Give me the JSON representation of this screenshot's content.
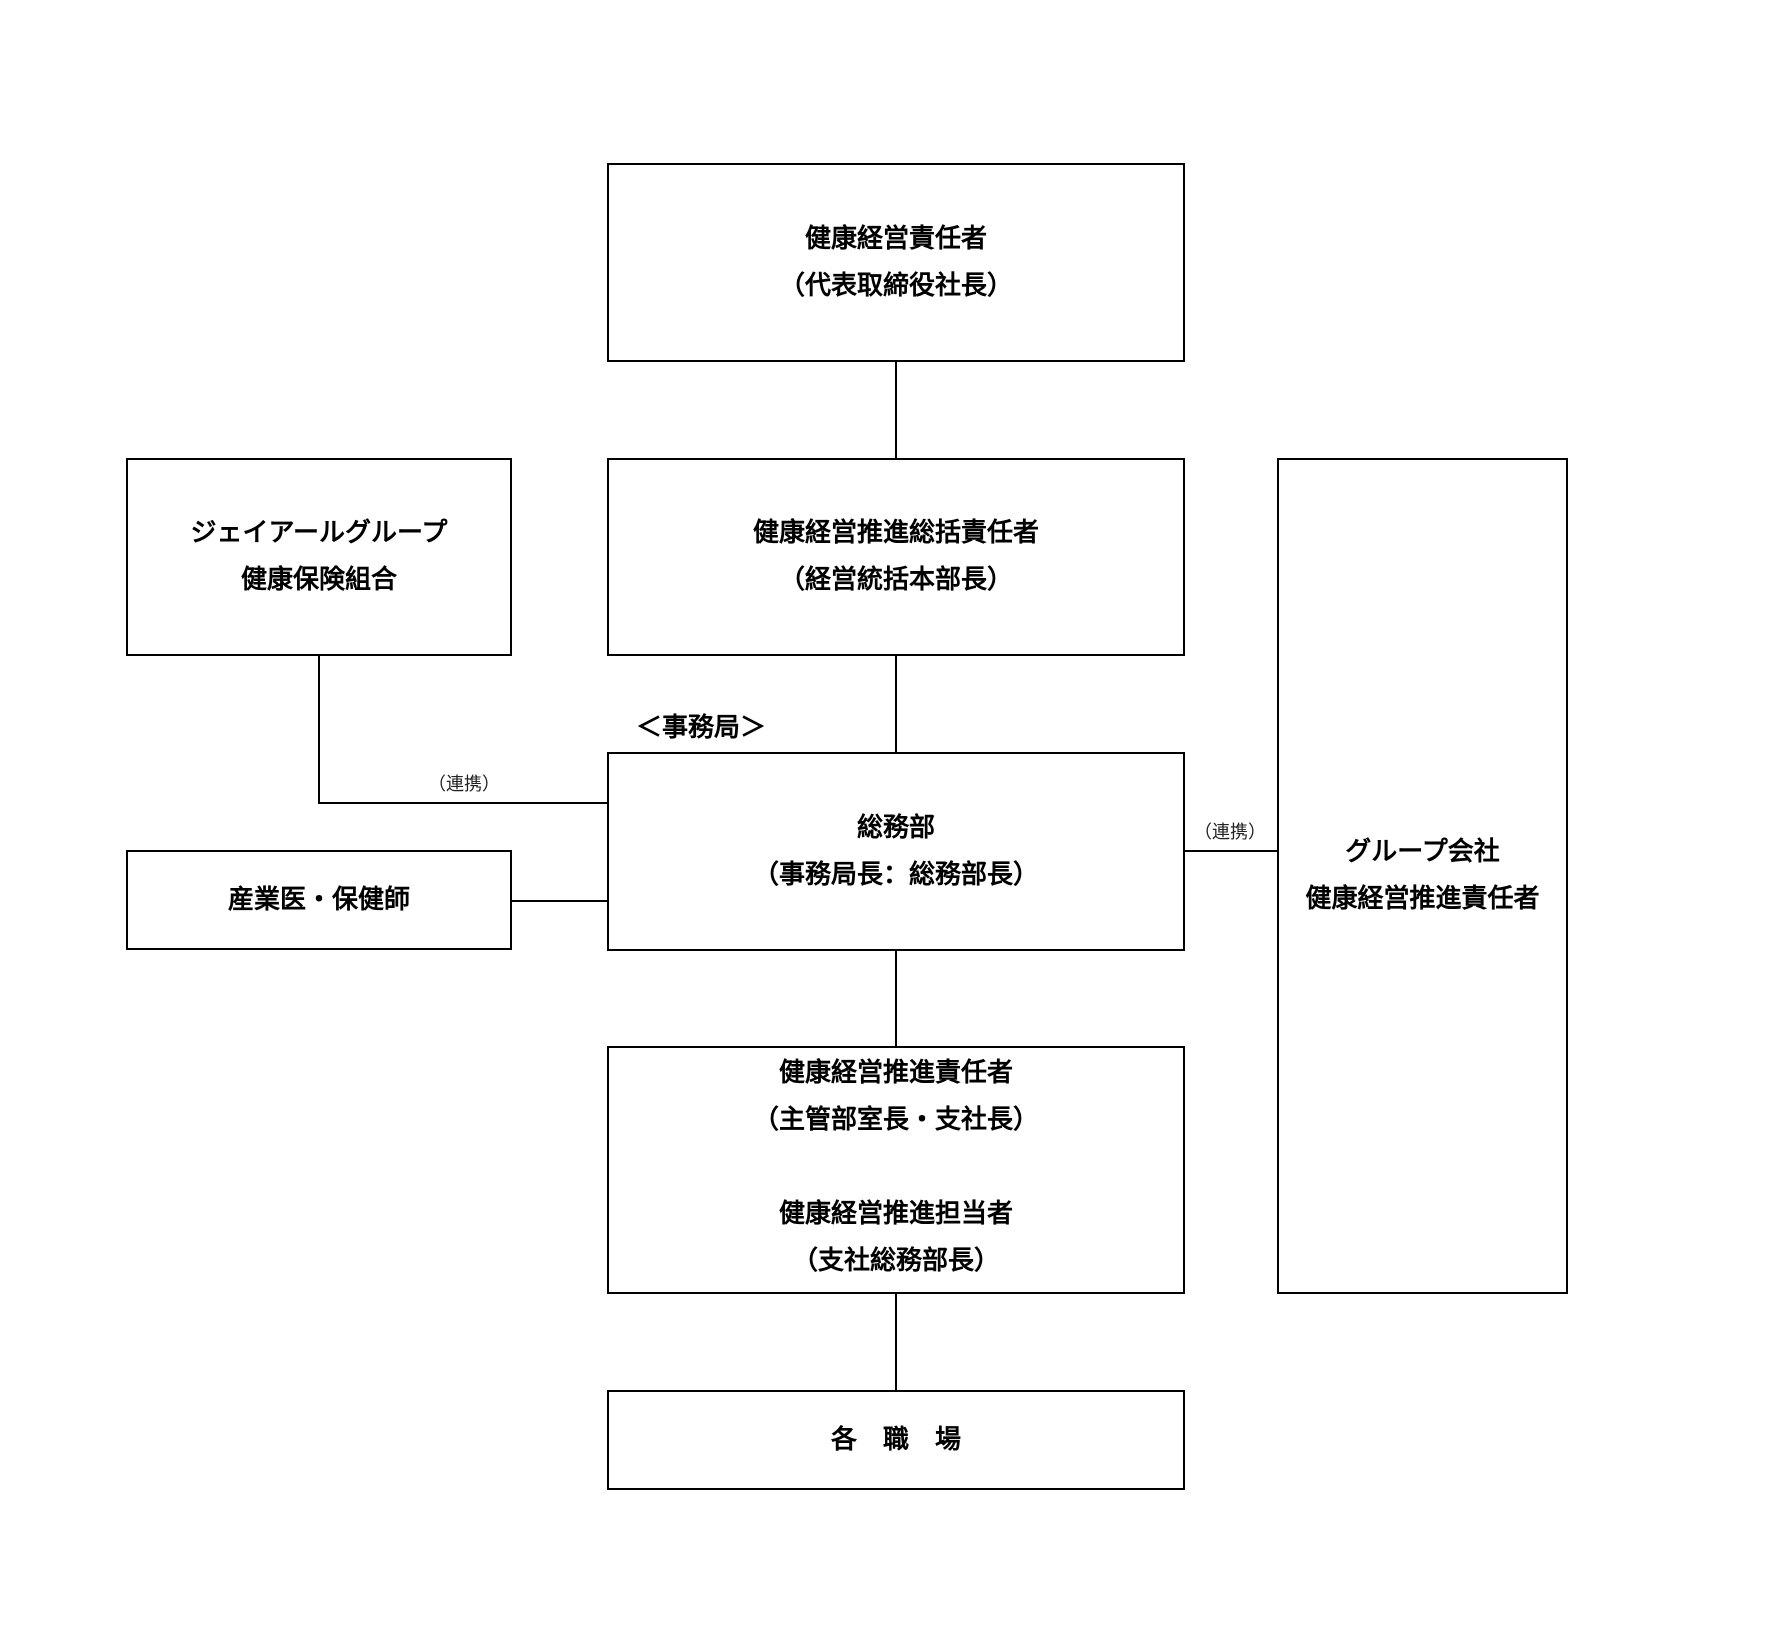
{
  "nodes": {
    "top_executive": {
      "lines": [
        "健康経営責任者",
        "（代表取締役社長）"
      ]
    },
    "general_manager": {
      "lines": [
        "健康経営推進総括責任者",
        "（経営統括本部長）"
      ]
    },
    "health_insurance": {
      "lines": [
        "ジェイアールグループ",
        "健康保険組合"
      ]
    },
    "group_companies": {
      "lines": [
        "グループ会社",
        "健康経営推進責任者"
      ]
    },
    "general_affairs": {
      "lines": [
        "総務部",
        "（事務局長：総務部長）"
      ]
    },
    "occupational_health": {
      "lines": [
        "産業医・保健師"
      ]
    },
    "promotion_leads": {
      "block1": [
        "健康経営推進責任者",
        "（主管部室長・支社長）"
      ],
      "block2": [
        "健康経営推進担当者",
        "（支社総務部長）"
      ]
    },
    "workplaces": {
      "label": "各職場"
    }
  },
  "labels": {
    "secretariat": "＜事務局＞",
    "cooperation_left": "（連携）",
    "cooperation_right": "（連携）"
  }
}
